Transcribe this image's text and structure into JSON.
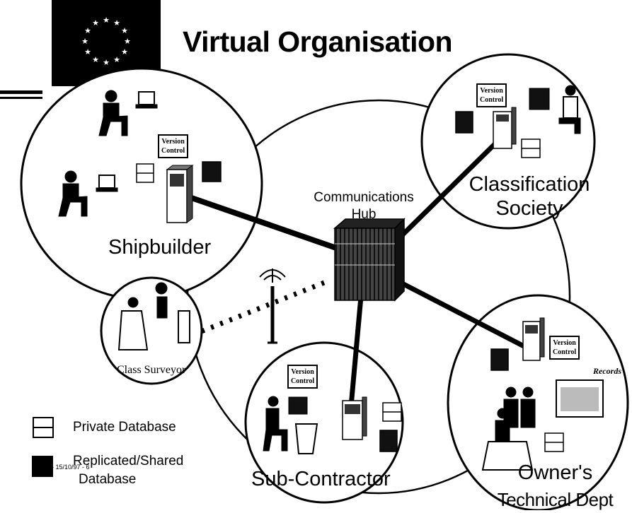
{
  "title": "Virtual Organisation",
  "hub_label_line1": "Communications",
  "hub_label_line2": "Hub",
  "nodes": {
    "shipbuilder": "Shipbuilder",
    "classification_line1": "Classification",
    "classification_line2": "Society",
    "owners_line1": "Owner's",
    "owners_line2": "Technical Dept",
    "subcontractor": "Sub-Contractor",
    "class_surveyor": "Class Surveyor"
  },
  "version_control": {
    "line1": "Version",
    "line2": "Control"
  },
  "records_label": "Records",
  "legend": {
    "private": "Private Database",
    "replicated_line1": "Replicated/Shared",
    "replicated_line2": "Database"
  },
  "footer_code": "- 15/10/97 -  6",
  "icons": {
    "flag": "eu-flag-icon",
    "hub": "server-rack-icon",
    "database": "database-icon",
    "workstation": "person-at-computer-icon",
    "antenna": "radio-tower-icon"
  }
}
